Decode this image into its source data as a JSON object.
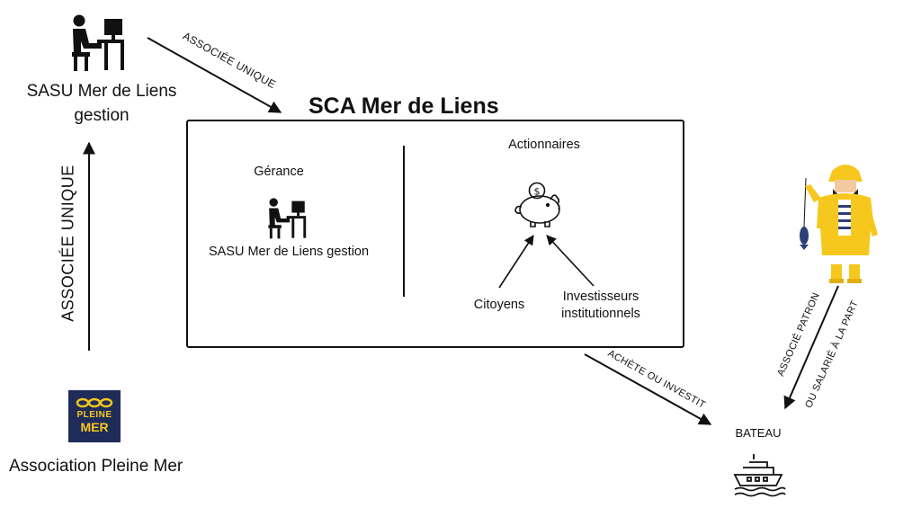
{
  "title": "SCA Mer de Liens",
  "top_left": {
    "label": "SASU Mer de Liens\ngestion"
  },
  "bottom_left": {
    "label": "Association Pleine Mer",
    "logo_lines": [
      "PLEINE",
      "MER"
    ]
  },
  "left_edge": "ASSOCIÉE UNIQUE",
  "top_edge": "ASSOCIÉE UNIQUE",
  "box": {
    "gerance": {
      "heading": "Gérance",
      "label": "SASU Mer de Liens gestion"
    },
    "actionnaires": {
      "heading": "Actionnaires",
      "sources": [
        "Citoyens",
        "Investisseurs\ninstitutionnels"
      ]
    }
  },
  "buy_edge": "ACHÈTE OU INVESTIT",
  "boat": {
    "label": "BATEAU"
  },
  "fisher_edge": {
    "line1": "ASSOCIÉ PATRON",
    "line2": "OU SALARIÉ À LA PART"
  },
  "colors": {
    "coat": "#f6c81d",
    "logo_bg": "#1f2c5a",
    "logo_accent": "#f6c81d",
    "fish": "#2d3f77"
  },
  "icons": [
    "worker-at-computer-icon",
    "piggy-bank-icon",
    "boat-icon",
    "fisherman-illustration",
    "pleine-mer-logo"
  ]
}
